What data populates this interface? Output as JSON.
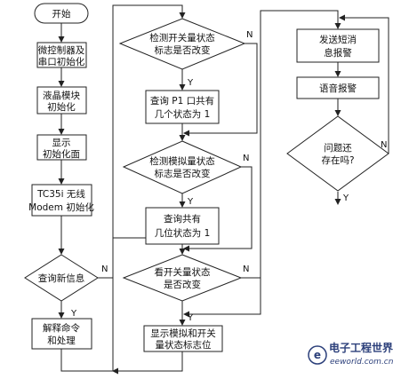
{
  "flowchart": {
    "start": "开始",
    "init_mcu": [
      "微控制器及",
      "串口初始化"
    ],
    "init_lcd": [
      "液晶模块",
      "初始化"
    ],
    "show_init_screen": [
      "显示",
      "初始化面"
    ],
    "init_modem": [
      "TC35i 无线",
      "Modem 初始化"
    ],
    "query_new_info": "查询新信息",
    "parse_command": [
      "解释命令",
      "和处理"
    ],
    "check_switch_flag": [
      "检测开关量状态",
      "标志是否改变"
    ],
    "query_p1": [
      "查询 P1 口共有",
      "几个状态为 1"
    ],
    "check_analog_flag": [
      "检测模拟量状态",
      "标志是否改变"
    ],
    "query_bits": [
      "查询共有",
      "几位状态为 1"
    ],
    "check_switch_changed": [
      "看开关量状态",
      "是否改变"
    ],
    "show_flags": [
      "显示模拟和开关",
      "量状态标志位"
    ],
    "send_sms": [
      "发送短消",
      "息报警"
    ],
    "voice_alarm": "语音报警",
    "problem_exists": [
      "问题还",
      "存在吗?"
    ]
  },
  "branch_labels": {
    "yes": "Y",
    "no": "N"
  },
  "watermark": {
    "brand": "电子工程世界",
    "site": "eeworld.com.cn",
    "logo_letter": "e"
  }
}
